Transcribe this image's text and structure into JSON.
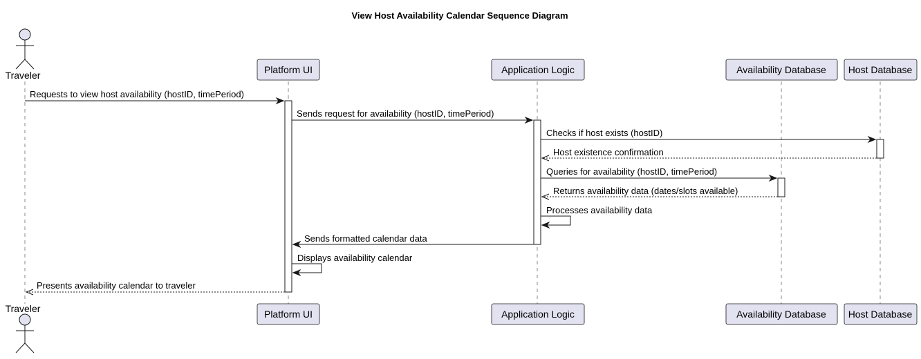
{
  "title": "View Host Availability Calendar Sequence Diagram",
  "participants": [
    {
      "id": "traveler",
      "label": "Traveler",
      "kind": "actor"
    },
    {
      "id": "ui",
      "label": "Platform UI",
      "kind": "participant"
    },
    {
      "id": "logic",
      "label": "Application Logic",
      "kind": "participant"
    },
    {
      "id": "availdb",
      "label": "Availability Database",
      "kind": "participant"
    },
    {
      "id": "hostdb",
      "label": "Host Database",
      "kind": "participant"
    }
  ],
  "messages": [
    {
      "from": "traveler",
      "to": "ui",
      "label": "Requests to view host availability (hostID, timePeriod)",
      "style": "solid"
    },
    {
      "from": "ui",
      "to": "logic",
      "label": "Sends request for availability (hostID, timePeriod)",
      "style": "solid"
    },
    {
      "from": "logic",
      "to": "hostdb",
      "label": "Checks if host exists (hostID)",
      "style": "solid"
    },
    {
      "from": "hostdb",
      "to": "logic",
      "label": "Host existence confirmation",
      "style": "dashed"
    },
    {
      "from": "logic",
      "to": "availdb",
      "label": "Queries for availability (hostID, timePeriod)",
      "style": "solid"
    },
    {
      "from": "availdb",
      "to": "logic",
      "label": "Returns availability data (dates/slots available)",
      "style": "dashed"
    },
    {
      "from": "logic",
      "to": "logic",
      "label": "Processes availability data",
      "style": "solid"
    },
    {
      "from": "logic",
      "to": "ui",
      "label": "Sends formatted calendar data",
      "style": "solid"
    },
    {
      "from": "ui",
      "to": "ui",
      "label": "Displays availability calendar",
      "style": "solid"
    },
    {
      "from": "ui",
      "to": "traveler",
      "label": "Presents availability calendar to traveler",
      "style": "dashed"
    }
  ]
}
